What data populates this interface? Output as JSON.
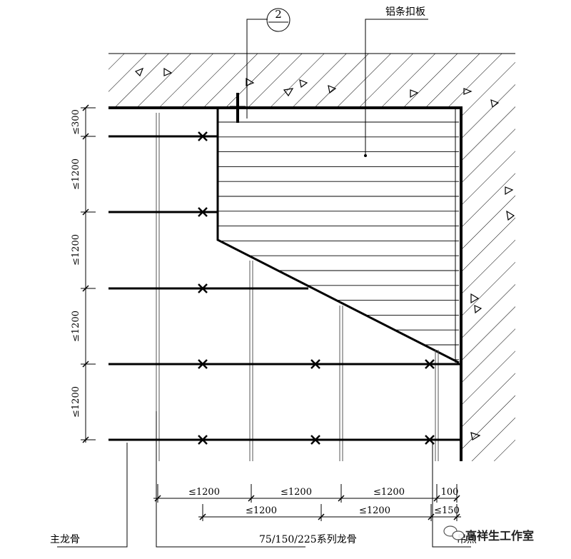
{
  "labels": {
    "panel": "铝条扣板",
    "main_keel": "主龙骨",
    "series_keel": "75/150/225系列龙骨",
    "hanger": "吊点",
    "section_mark": "2",
    "watermark": "高祥生工作室"
  },
  "vertical_dims": [
    "≤300",
    "≤1200",
    "≤1200",
    "≤1200",
    "≤1200"
  ],
  "horizontal_dims_top": [
    "≤1200",
    "≤1200",
    "≤1200",
    "100"
  ],
  "horizontal_dims_bottom": [
    "≤1200",
    "≤1200",
    "≤150"
  ],
  "colors": {
    "line": "#000000",
    "background": "#ffffff"
  }
}
